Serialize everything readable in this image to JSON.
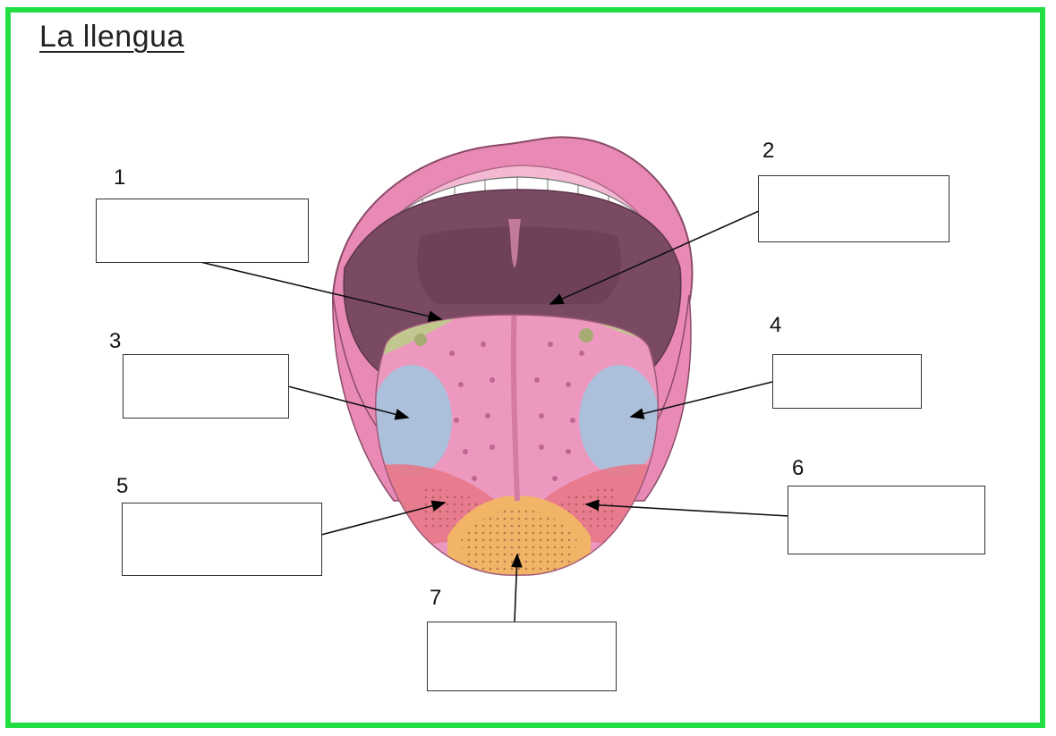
{
  "title": "La llengua",
  "labels": [
    {
      "number": "1",
      "answer": ""
    },
    {
      "number": "2",
      "answer": ""
    },
    {
      "number": "3",
      "answer": ""
    },
    {
      "number": "4",
      "answer": ""
    },
    {
      "number": "5",
      "answer": ""
    },
    {
      "number": "6",
      "answer": ""
    },
    {
      "number": "7",
      "answer": ""
    }
  ],
  "colors": {
    "frame": "#22dd44",
    "lips": "#e88ab5",
    "mouth_interior": "#7a4a63",
    "tongue": "#ec98bf",
    "bitter_zone": "#c2c68f",
    "sour_zone": "#a9c2dc",
    "salty_zone": "#e87888",
    "sweet_zone": "#f2b466"
  }
}
